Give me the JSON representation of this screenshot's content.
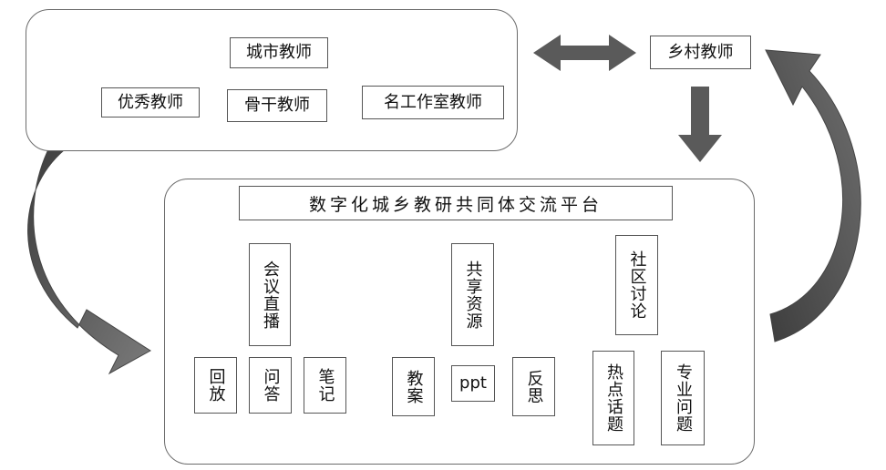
{
  "urban": {
    "root": "城市教师",
    "children": [
      "优秀教师",
      "骨干教师",
      "名工作室教师"
    ]
  },
  "rural": {
    "label": "乡村教师"
  },
  "platform": {
    "title": "数字化城乡教研共同体交流平台",
    "modules": [
      {
        "name": "会议直播",
        "items": [
          "回放",
          "问答",
          "笔记"
        ]
      },
      {
        "name": "共享资源",
        "items": [
          "教案",
          "ppt",
          "反思"
        ]
      },
      {
        "name": "社区讨论",
        "items": [
          "热点话题",
          "专业问题"
        ]
      }
    ]
  },
  "colors": {
    "arrow_fill": "#555555",
    "arrow_light": "#8a8a8a",
    "border": "#6b6b6b",
    "connector": "#8c8c8c"
  }
}
